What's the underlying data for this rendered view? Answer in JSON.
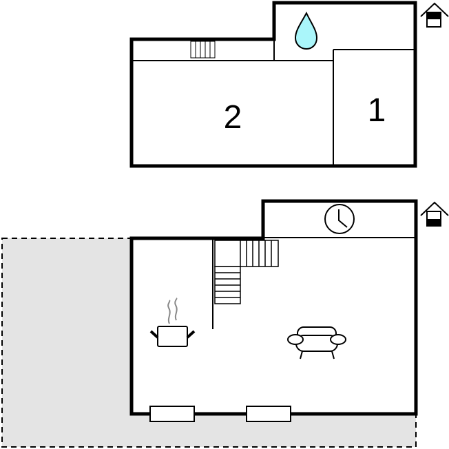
{
  "upper_floor": {
    "rooms": [
      {
        "label": "2"
      },
      {
        "label": "1"
      }
    ],
    "icons": [
      "radiator-icon",
      "water-drop-icon",
      "house-upper-floor-icon"
    ]
  },
  "lower_floor": {
    "icons": [
      "clock-icon",
      "stairs-icon",
      "cooking-pot-icon",
      "sofa-icon",
      "window-icon",
      "house-ground-floor-icon"
    ],
    "terrace": "terrace-area"
  },
  "colors": {
    "wall": "#000000",
    "water": "#aaf6fa",
    "terrace": "#e4e4e4",
    "steam": "#888888"
  }
}
